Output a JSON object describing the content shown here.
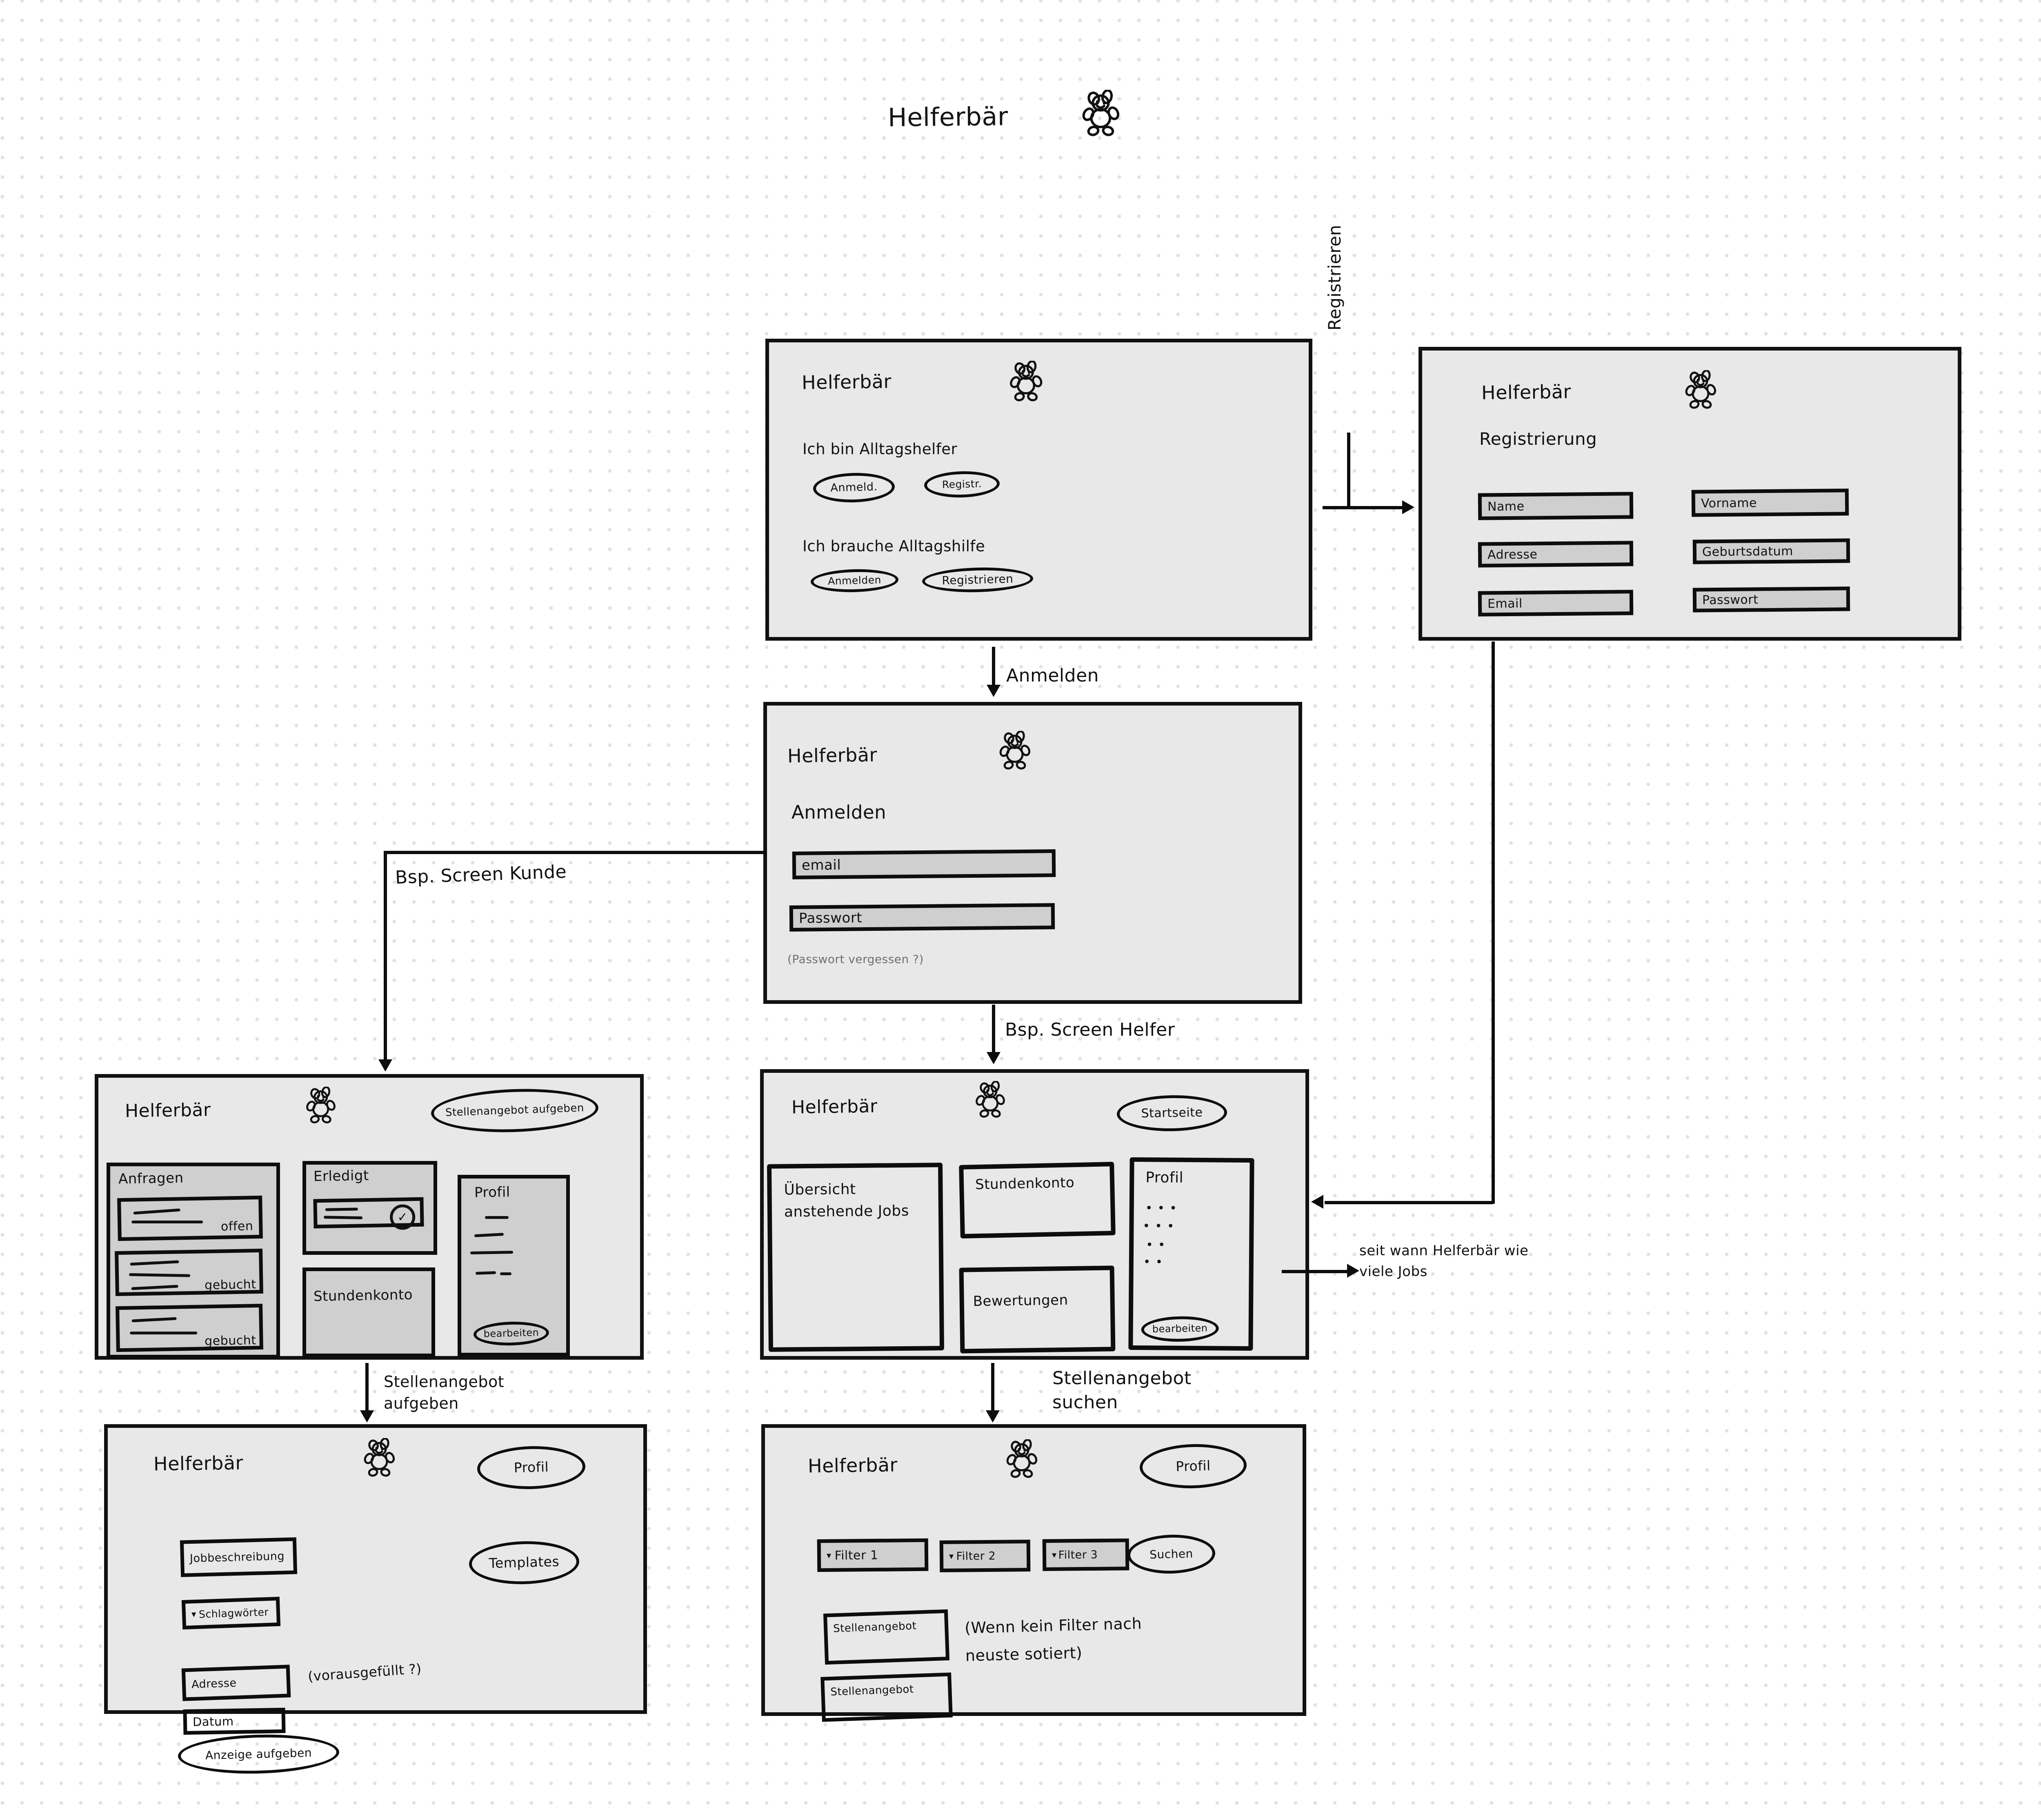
{
  "page": {
    "title": "Helferbär",
    "bear_icon": "teddy-bear-icon"
  },
  "screens": {
    "landing": {
      "brand": "Helferbär",
      "row_helper_label": "Ich bin   Alltagshelfer",
      "row_helper_login": "Anmeld.",
      "row_helper_register": "Registr.",
      "row_customer_label": "Ich brauche  Alltagshilfe",
      "row_customer_login": "Anmelden",
      "row_customer_register": "Registrieren"
    },
    "registration": {
      "brand": "Helferbär",
      "heading": "Registrierung",
      "fields": [
        {
          "label": "Name"
        },
        {
          "label": "Vorname"
        },
        {
          "label": "Adresse"
        },
        {
          "label": "Geburtsdatum"
        },
        {
          "label": "Email"
        },
        {
          "label": "Passwort"
        }
      ]
    },
    "login": {
      "brand": "Helferbär",
      "heading": "Anmelden",
      "email_field": "email",
      "password_field": "Passwort",
      "forgot_link": "(Passwort vergessen ?)"
    },
    "customer_dashboard": {
      "brand": "Helferbär",
      "primary_action": "Stellenangebot aufgeben",
      "requests_panel": {
        "title": "Anfragen",
        "items": [
          {
            "status": "offen"
          },
          {
            "status": "gebucht"
          },
          {
            "status": "gebucht"
          }
        ]
      },
      "done_panel": {
        "title": "Erledigt"
      },
      "hours_panel": {
        "title": "Stundenkonto"
      },
      "profile_panel": {
        "title": "Profil",
        "edit_button": "bearbeiten"
      }
    },
    "helper_dashboard": {
      "brand": "Helferbär",
      "primary_action": "Startseite",
      "overview_panel": {
        "title": "Übersicht anstehende Jobs"
      },
      "hours_panel": {
        "title": "Stundenkonto"
      },
      "ratings_panel": {
        "title": "Bewertungen"
      },
      "profile_panel": {
        "title": "Profil",
        "edit_button": "bearbeiten"
      }
    },
    "post_job": {
      "brand": "Helferbär",
      "profile_button": "Profil",
      "templates_button": "Templates",
      "job_description_field": "Jobbeschreibung",
      "keywords_field": "Schlagwörter",
      "address_field": "Adresse",
      "date_field": "Datum",
      "submit_button": "Anzeige aufgeben",
      "note": "(vorausgefüllt ?)"
    },
    "search_jobs": {
      "brand": "Helferbär",
      "profile_button": "Profil",
      "filters": [
        "Filter 1",
        "Filter 2",
        "Filter 3"
      ],
      "search_button": "Suchen",
      "results": [
        "Stellenangebot",
        "Stellenangebot"
      ],
      "note": "(Wenn kein Filter nach neuste sotiert)"
    }
  },
  "connectors": {
    "register": "Registrieren",
    "login": "Anmelden",
    "customer_example": "Bsp. Screen Kunde",
    "helper_example": "Bsp. Screen Helfer",
    "post_job": "Stellenangebot aufgeben",
    "search_job": "Stellenangebot suchen"
  },
  "annotations": {
    "profile_note": "seit wann Helferbär wie viele Jobs"
  }
}
